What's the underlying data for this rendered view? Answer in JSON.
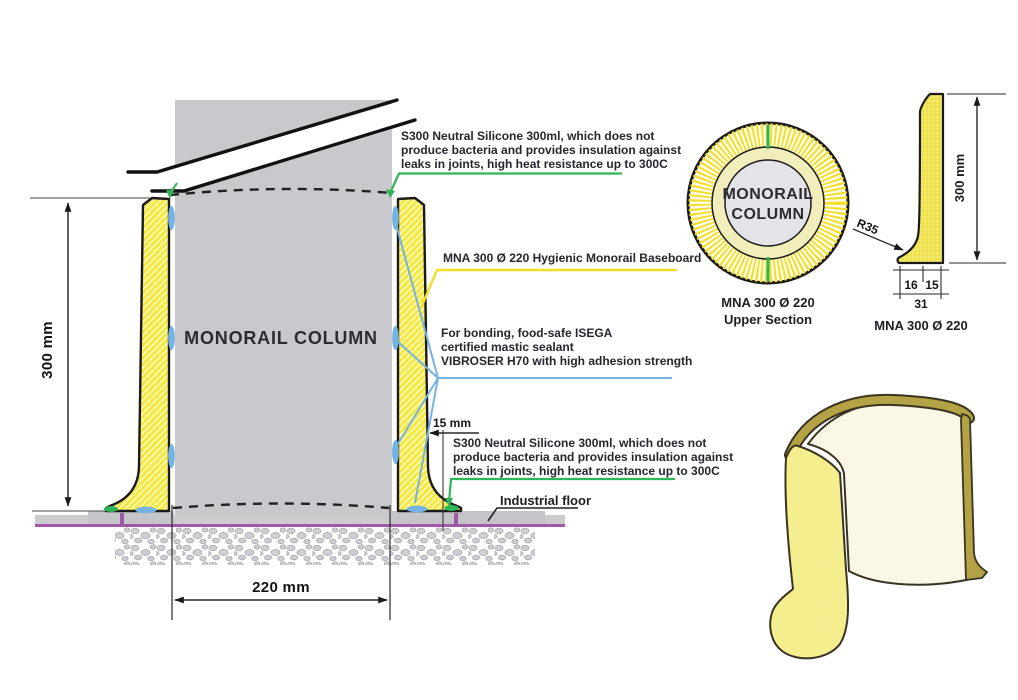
{
  "main_view": {
    "column_label": "MONORAIL COLUMN",
    "dim_height": "300 mm",
    "dim_width": "220 mm",
    "dim_thickness": "15 mm",
    "floor_label": "Industrial floor"
  },
  "callouts": {
    "silicone_top": {
      "line1": "S300 Neutral Silicone 300ml, which does not",
      "line2": "produce bacteria and provides insulation against",
      "line3": "leaks in joints, high heat resistance up to 300C"
    },
    "baseboard": {
      "label": "MNA 300 Ø 220 Hygienic Monorail Baseboard"
    },
    "mastic": {
      "line1": "For bonding, food-safe ISEGA",
      "line2": "certified mastic sealant",
      "line3": "VIBROSER H70 with high adhesion strength"
    },
    "silicone_bottom": {
      "line1": "S300 Neutral Silicone 300ml, which does not",
      "line2": "produce bacteria and provides insulation against",
      "line3": "leaks in joints, high heat resistance up to 300C"
    }
  },
  "upper_section": {
    "label_line1": "MONORAIL",
    "label_line2": "COLUMN",
    "caption_line1": "MNA 300 Ø 220",
    "caption_line2": "Upper Section"
  },
  "profile_view": {
    "dim_height": "300 mm",
    "radius_label": "R35",
    "dim_segment_left": "16",
    "dim_segment_right": "15",
    "dim_total": "31",
    "caption": "MNA 300 Ø 220"
  },
  "colors": {
    "baseboard_yellow": "#f6e93e",
    "column_gray": "#c9c9cd",
    "silicone_green": "#2fb457",
    "mastic_blue": "#74b3e3",
    "membrane_purple": "#a059a8",
    "leader_yellow": "#f2df25"
  }
}
